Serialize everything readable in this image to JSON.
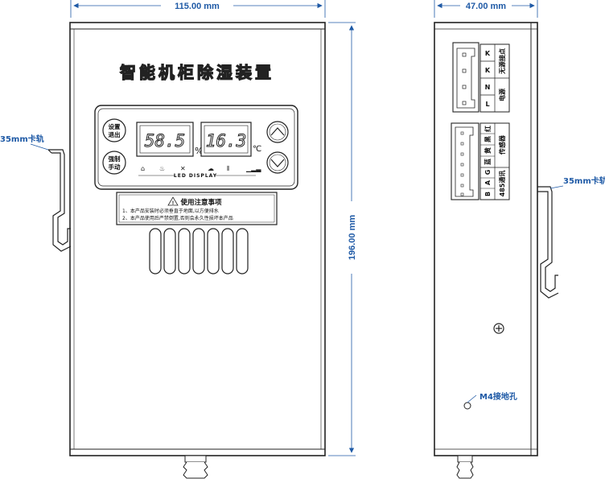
{
  "dimensions": {
    "width_front": "115.00 mm",
    "height": "196.00 mm",
    "width_side": "47.00 mm"
  },
  "front": {
    "title": "智能机柜除湿装置",
    "display": {
      "humidity_value": "58.5",
      "humidity_unit": "%",
      "temp_value": "16.3",
      "temp_unit": "℃",
      "label": "LED DISPLAY"
    },
    "buttons": {
      "set_line1": "设置",
      "set_line2": "退出",
      "force_line1": "强制",
      "force_line2": "手动"
    },
    "notice": {
      "title": "使用注意事项",
      "line1": "1、本产品安装时必须垂直于地面,以方便排水",
      "line2": "2、本产品使用后严禁倒置,否则会永久性损坏本产品"
    },
    "rail_label": "35mm卡轨"
  },
  "side": {
    "rail_label": "35mm卡轨",
    "ground_label": "M4接地孔",
    "power_terminal": {
      "top_labels": [
        "K",
        "K",
        "N",
        "L"
      ],
      "bottom_labels": [
        "无源接点",
        "电源"
      ]
    },
    "sensor_terminal": {
      "left_labels": [
        "红",
        "黑",
        "黄",
        "蓝",
        "G",
        "A",
        "B"
      ],
      "right_labels": [
        "传感器",
        "485通讯"
      ]
    }
  },
  "colors": {
    "dimension": "#1f5aa6",
    "outline": "#222222"
  }
}
